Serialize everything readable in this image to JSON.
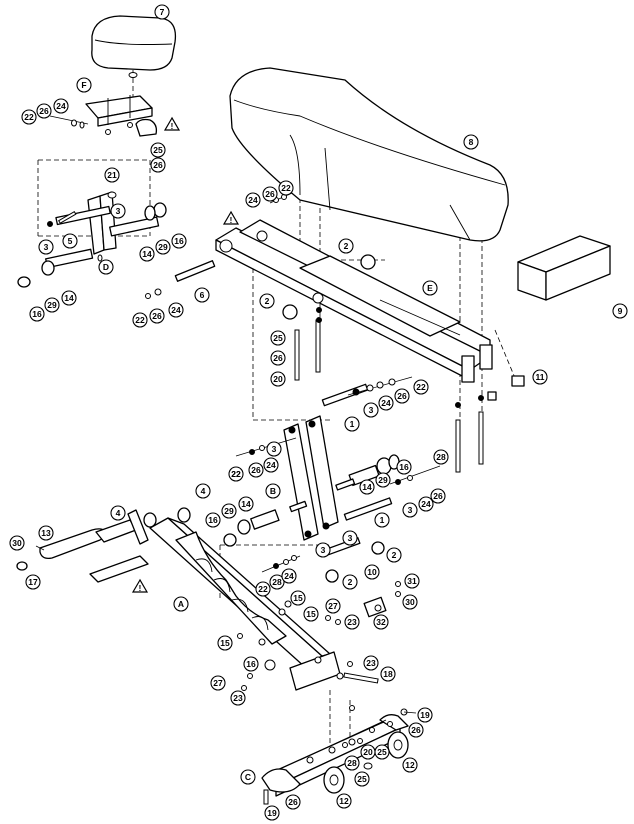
{
  "diagram": {
    "callouts": [
      "7",
      "F",
      "22",
      "26",
      "24",
      "25",
      "26",
      "21",
      "3",
      "3",
      "5",
      "D",
      "14",
      "29",
      "16",
      "16",
      "29",
      "14",
      "22",
      "26",
      "24",
      "6",
      "8",
      "2",
      "26",
      "22",
      "24",
      "E",
      "9",
      "2",
      "25",
      "26",
      "20",
      "11",
      "22",
      "24",
      "26",
      "3",
      "1",
      "26",
      "24",
      "3",
      "22",
      "28",
      "16",
      "29",
      "14",
      "22",
      "26",
      "B",
      "1",
      "3",
      "24",
      "4",
      "4",
      "13",
      "16",
      "29",
      "14",
      "3",
      "3",
      "30",
      "17",
      "2",
      "2",
      "10",
      "22",
      "28",
      "24",
      "31",
      "30",
      "A",
      "15",
      "15",
      "27",
      "23",
      "32",
      "15",
      "16",
      "18",
      "23",
      "27",
      "23",
      "19",
      "26",
      "28",
      "20",
      "25",
      "12",
      "C",
      "25",
      "12",
      "26",
      "19"
    ],
    "warning_symbol": "!"
  }
}
